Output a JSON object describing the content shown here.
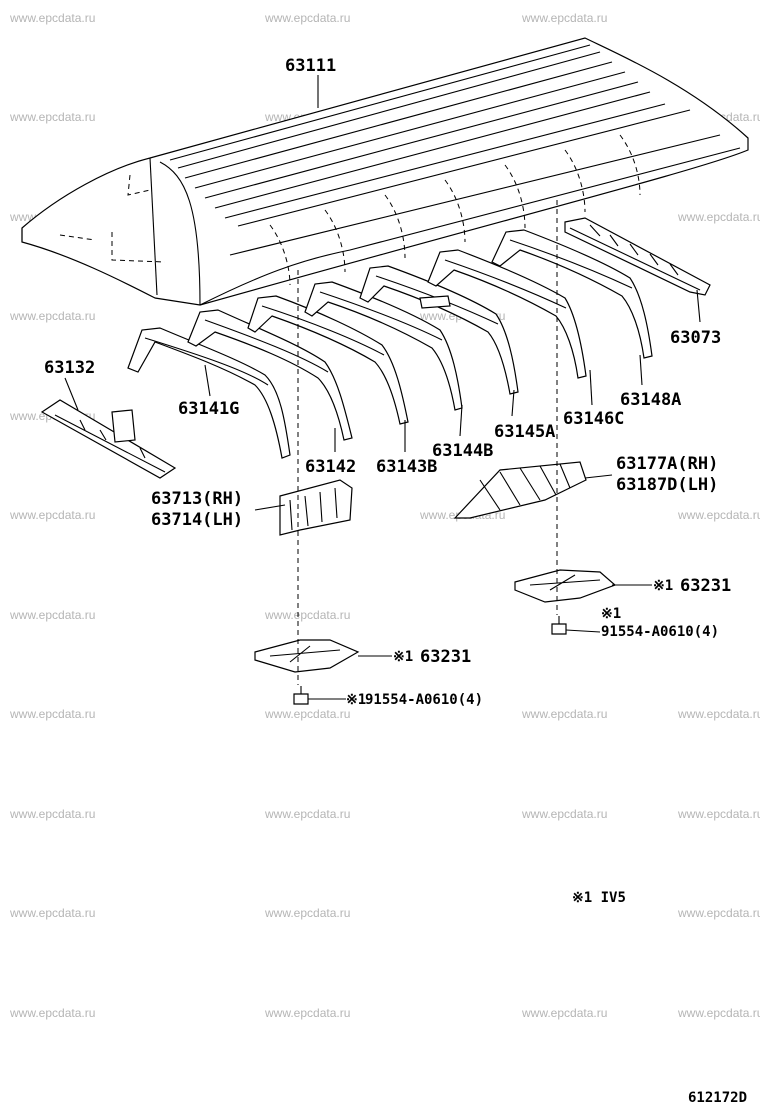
{
  "watermark": "www.epcdata.ru",
  "parts": {
    "roof_panel": "63111",
    "header_rear": "63073",
    "header_front": "63132",
    "bow_1": "63141G",
    "bow_2": "63142",
    "bow_3": "63143B",
    "bow_4": "63144B",
    "bow_5": "63145A",
    "bow_6": "63146C",
    "bow_7": "63148A",
    "bracket_rh_front": "63713(RH)",
    "bracket_lh_front": "63714(LH)",
    "bracket_rh_rear": "63177A(RH)",
    "bracket_lh_rear": "63187D(LH)",
    "plate_right_mark": "※1",
    "plate_right": "63231",
    "bolt_right_mark": "※1",
    "bolt_right": "91554-A0610(4)",
    "plate_left_mark": "※1",
    "plate_left": "63231",
    "bolt_left_mark": "※1",
    "bolt_left": "91554-A0610(4)"
  },
  "footnote": "※1 IV5",
  "figure_id": "612172D"
}
